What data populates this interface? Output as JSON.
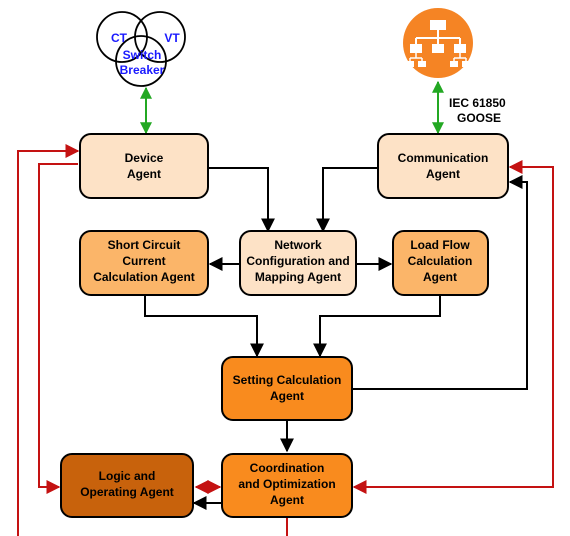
{
  "colors": {
    "light_fill": "#fde2c6",
    "mid_fill": "#fbb569",
    "bright_fill": "#f98b1e",
    "dark_fill": "#c8620c",
    "black_edge": "#000000",
    "green_edge": "#23a823",
    "red_edge": "#c41212",
    "venn_text": "#1a1aff",
    "server_icon": "#f58424"
  },
  "sensors": {
    "ct": "CT",
    "vt": "VT",
    "switch": "Switch",
    "breaker": "Breaker"
  },
  "protocol": {
    "line1": "IEC 61850",
    "line2": "GOOSE"
  },
  "icons": {
    "server": "network-hierarchy-icon",
    "sensors": "ct-vt-breaker-venn-icon"
  },
  "nodes": {
    "device": {
      "lines": [
        "Device",
        "Agent"
      ]
    },
    "communication": {
      "lines": [
        "Communication",
        "Agent"
      ]
    },
    "short_circuit": {
      "lines": [
        "Short Circuit",
        "Current",
        "Calculation Agent"
      ]
    },
    "network": {
      "lines": [
        "Network",
        "Configuration and",
        "Mapping Agent"
      ]
    },
    "load_flow": {
      "lines": [
        "Load Flow",
        "Calculation",
        "Agent"
      ]
    },
    "setting": {
      "lines": [
        "Setting Calculation",
        "Agent"
      ]
    },
    "logic": {
      "lines": [
        "Logic and",
        "Operating Agent"
      ]
    },
    "coordination": {
      "lines": [
        "Coordination",
        "and Optimization",
        "Agent"
      ]
    }
  }
}
